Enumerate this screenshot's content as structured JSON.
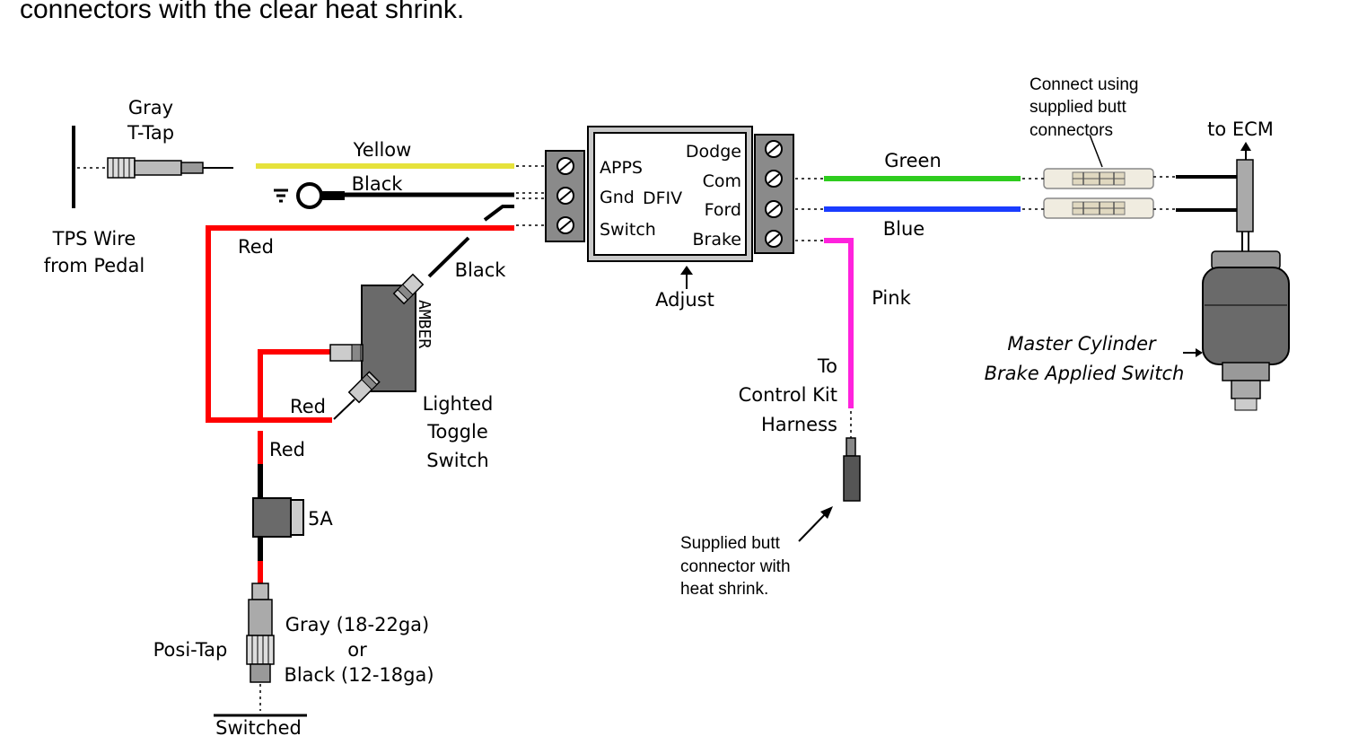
{
  "header_text": "connectors with the clear heat shrink.",
  "tps": {
    "tap_label_1": "Gray",
    "tap_label_2": "T-Tap",
    "wire_label_1": "TPS Wire",
    "wire_label_2": "from Pedal"
  },
  "wires": {
    "yellow": "Yellow",
    "black_top": "Black",
    "red_top": "Red",
    "black_switch": "Black",
    "red_switch": "Red",
    "red_fuse": "Red",
    "green": "Green",
    "blue": "Blue",
    "pink": "Pink"
  },
  "module": {
    "left_pins": [
      "APPS",
      "Gnd",
      "Switch"
    ],
    "center": "DFIV",
    "right_pins": [
      "Dodge",
      "Com",
      "Ford",
      "Brake"
    ],
    "adjust": "Adjust"
  },
  "toggle": {
    "amber": "AMBER",
    "label_1": "Lighted",
    "label_2": "Toggle",
    "label_3": "Switch"
  },
  "fuse": {
    "rating": "5A"
  },
  "posi_tap": {
    "name": "Posi-Tap",
    "line_1": "Gray (18-22ga)",
    "line_2": "or",
    "line_3": "Black (12-18ga)",
    "switched": "Switched"
  },
  "control_kit": {
    "line_1": "To",
    "line_2": "Control Kit",
    "line_3": "Harness"
  },
  "butt_note": {
    "line_1": "Supplied butt",
    "line_2": "connector with",
    "line_3": "heat shrink."
  },
  "connect_note": {
    "line_1": "Connect using",
    "line_2": "supplied butt",
    "line_3": "connectors"
  },
  "ecm": {
    "label": "to ECM"
  },
  "master": {
    "line_1": "Master Cylinder",
    "line_2": "Brake Applied Switch"
  },
  "colors": {
    "yellow": "#e6e23c",
    "red": "#ff0000",
    "green": "#2ecc1e",
    "blue": "#1a3cff",
    "pink": "#ff22dd",
    "black": "#000000",
    "module_gray": "#c8c8c8",
    "terminal_gray": "#8a8a8a",
    "cylinder_gray": "#6a6a6a"
  }
}
